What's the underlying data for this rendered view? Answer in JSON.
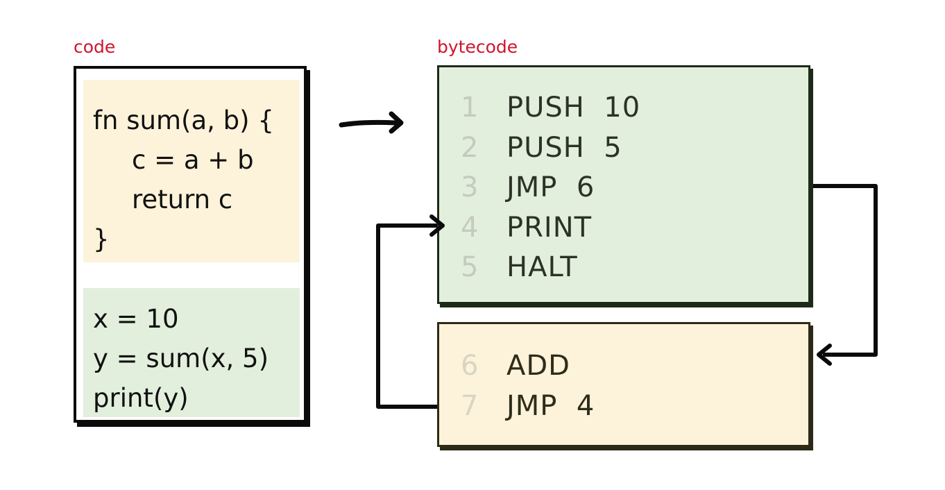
{
  "labels": {
    "code": "code",
    "bytecode": "bytecode"
  },
  "code": {
    "function_block": [
      "fn sum(a, b) {",
      "c = a + b",
      "return c",
      "}"
    ],
    "main_block": [
      "x = 10",
      "y = sum(x, 5)",
      "print(y)"
    ]
  },
  "bytecode": {
    "main": [
      {
        "num": "1",
        "op": "PUSH  10"
      },
      {
        "num": "2",
        "op": "PUSH  5"
      },
      {
        "num": "3",
        "op": "JMP  6"
      },
      {
        "num": "4",
        "op": "PRINT"
      },
      {
        "num": "5",
        "op": "HALT"
      }
    ],
    "sub": [
      {
        "num": "6",
        "op": "ADD"
      },
      {
        "num": "7",
        "op": "JMP  4"
      }
    ]
  },
  "colors": {
    "label": "#d0142c",
    "code_fn_bg": "#fdf3da",
    "code_main_bg": "#e3efdd",
    "bytecode_main_bg": "#e3efdd",
    "bytecode_sub_bg": "#fdf3da"
  },
  "icons": {
    "compile_arrow": "arrow-right-icon",
    "jump_to_sub": "jump-arrow-icon",
    "return_jump": "return-arrow-icon"
  }
}
